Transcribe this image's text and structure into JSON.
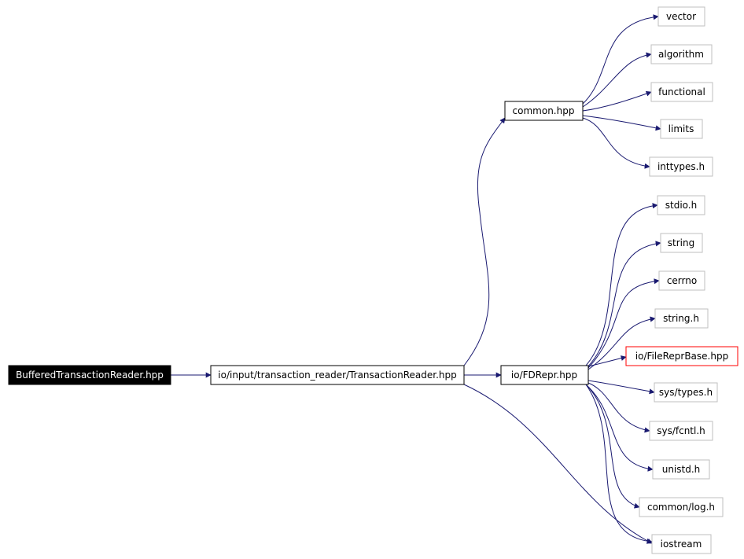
{
  "colors": {
    "root_fill": "#000000",
    "root_text": "#ffffff",
    "node_border": "#000000",
    "leaf_border": "#bfbfbf",
    "missing_border": "#ff0000",
    "edge": "#191970"
  },
  "nodes": {
    "root": "BufferedTransactionReader.hpp",
    "transaction_reader": "io/input/transaction_reader/TransactionReader.hpp",
    "common": "common.hpp",
    "fdrepr": "io/FDRepr.hpp",
    "vector": "vector",
    "algorithm": "algorithm",
    "functional": "functional",
    "limits": "limits",
    "inttypes": "inttypes.h",
    "stdio": "stdio.h",
    "string": "string",
    "cerrno": "cerrno",
    "string_h": "string.h",
    "filereprbase": "io/FileReprBase.hpp",
    "sys_types": "sys/types.h",
    "sys_fcntl": "sys/fcntl.h",
    "unistd": "unistd.h",
    "common_log": "common/log.h",
    "iostream": "iostream"
  }
}
